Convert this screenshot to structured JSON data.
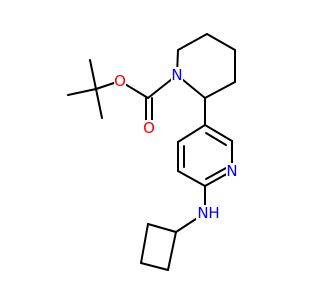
{
  "molecule": {
    "atoms": {
      "o_ester": {
        "label": "O",
        "color": "#ff0000"
      },
      "o_carbonyl": {
        "label": "O",
        "color": "#ff0000"
      },
      "n_piperidine": {
        "label": "N",
        "color": "#0000ff"
      },
      "n_pyridine": {
        "label": "N",
        "color": "#0000ff"
      },
      "n_amine": {
        "label": "N",
        "color": "#0000ff"
      },
      "h_amine": {
        "label": "H",
        "color": "#0000ff"
      }
    },
    "bond_color": "#000000"
  }
}
